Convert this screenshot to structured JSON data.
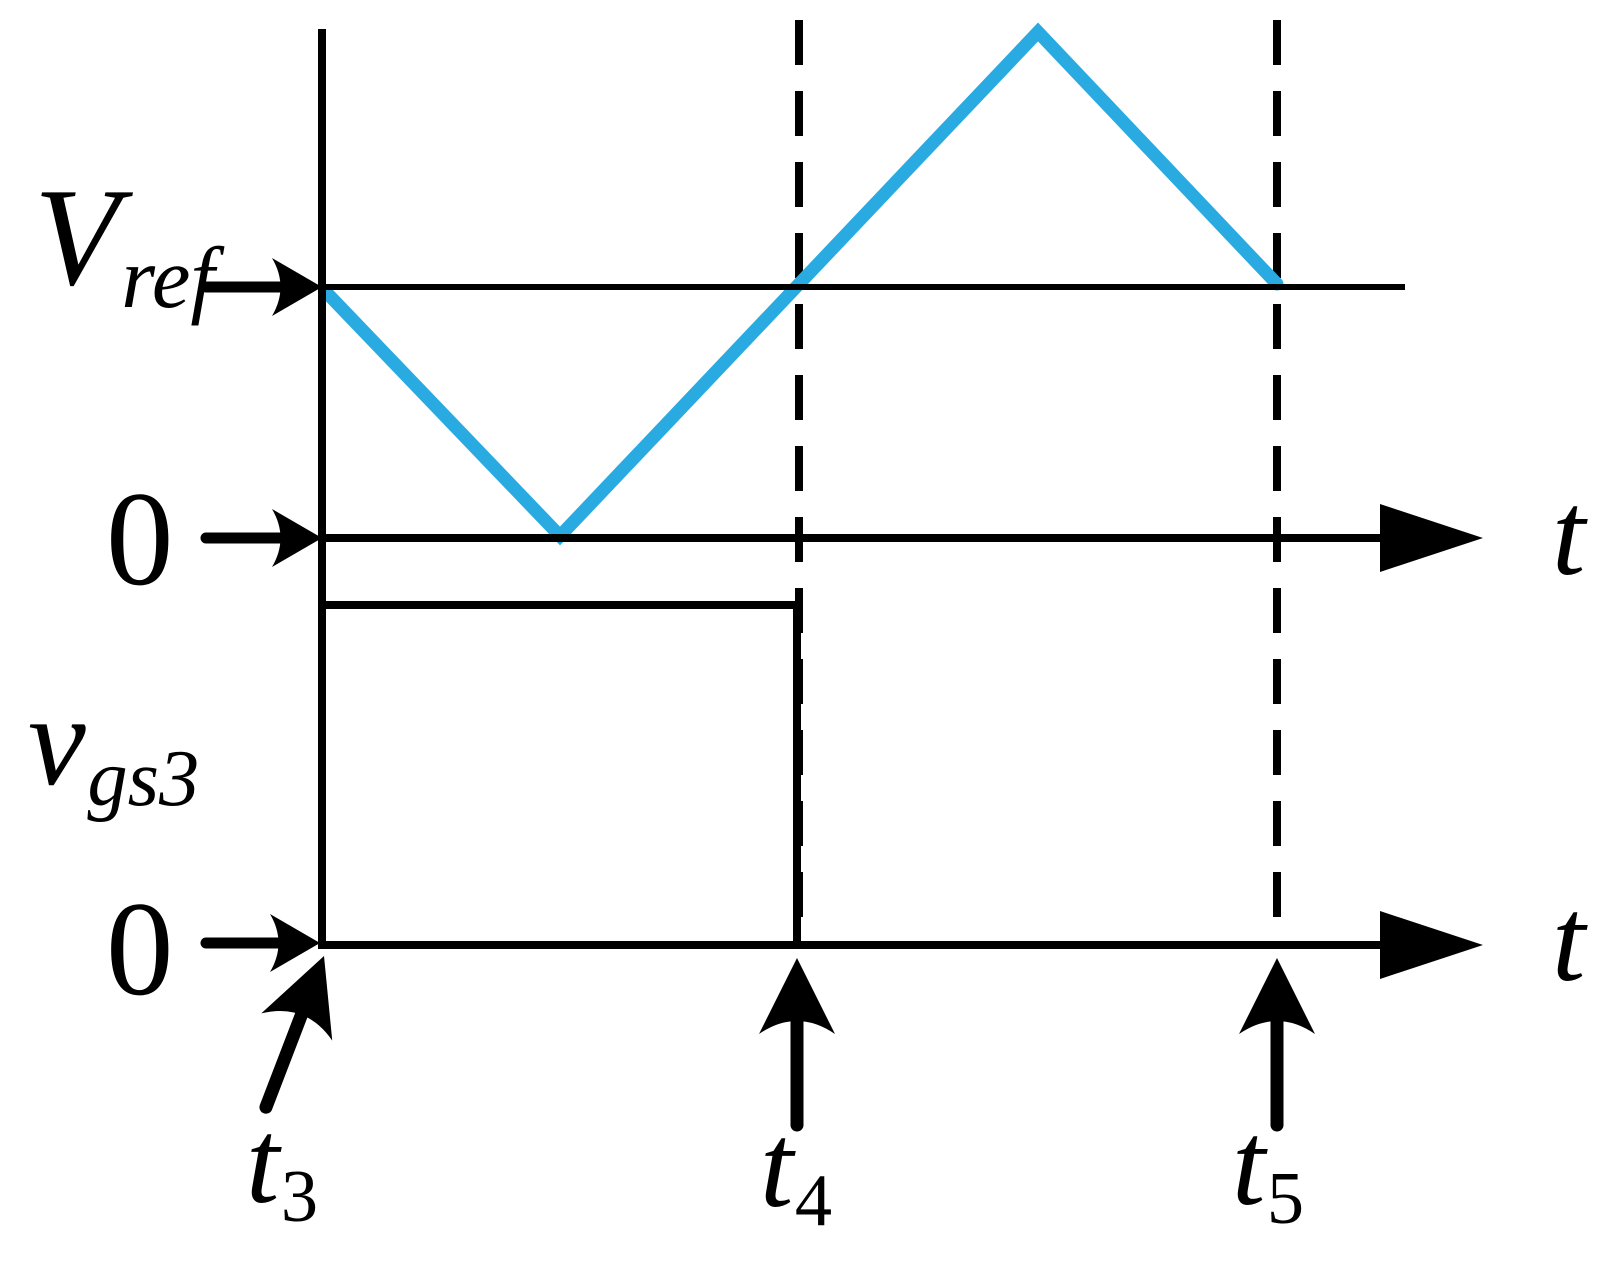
{
  "figure": {
    "kind": "pwm-gate-timing-diagram",
    "background_color": "#FFFFFF",
    "ink_color": "#000000",
    "carrier_color": "#29ABE2",
    "labels": {
      "vref": {
        "base": "V",
        "sub": "ref"
      },
      "zero_upper": "0",
      "zero_lower": "0",
      "vgs3": {
        "base": "v",
        "sub": "gs3"
      },
      "t_axis_upper": "t",
      "t_axis_lower": "t",
      "t3": {
        "base": "t",
        "sub": "3"
      },
      "t4": {
        "base": "t",
        "sub": "4"
      },
      "t5": {
        "base": "t",
        "sub": "5"
      }
    },
    "time_markers": [
      "t3",
      "t4",
      "t5"
    ],
    "waveforms": {
      "carrier": {
        "type": "triangle",
        "color": "#29ABE2",
        "points_t_units": [
          {
            "t": "t3",
            "level": "Vref"
          },
          {
            "t": "midpoint t3-t4",
            "level": "0"
          },
          {
            "t": "t4",
            "level": "Vref (rising crossing)"
          },
          {
            "t": "midpoint t4-t5",
            "level": "peak above Vref"
          },
          {
            "t": "t5",
            "level": "Vref"
          }
        ]
      },
      "gate_vgs3": {
        "type": "square",
        "high_interval": [
          "t3",
          "t4"
        ],
        "low_interval": [
          "t4",
          "t5"
        ]
      }
    },
    "reference_lines": {
      "vref_level_line": "horizontal line at Vref",
      "dashed_verticals_at": [
        "t4",
        "t5"
      ]
    }
  }
}
